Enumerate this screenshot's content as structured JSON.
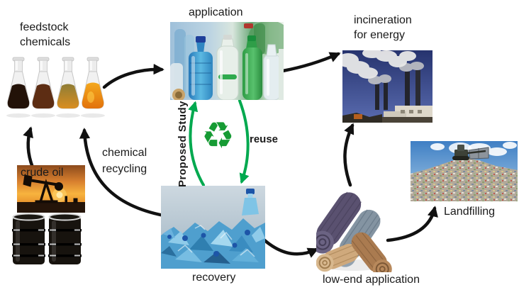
{
  "nodes": {
    "feedstock_chemicals": {
      "line1": "feedstock",
      "line2": "chemicals"
    },
    "application": {
      "label": "application"
    },
    "incineration": {
      "line1": "incineration",
      "line2": "for energy"
    },
    "crude_oil": {
      "label": "crude oil"
    },
    "recovery": {
      "label": "recovery"
    },
    "low_end_application": {
      "label": "low-end application"
    },
    "landfilling": {
      "label": "Landfilling"
    }
  },
  "edges": {
    "chemical_recycling": {
      "line1": "chemical",
      "line2": "recycling"
    },
    "proposed_study": {
      "label": "Proposed Study"
    },
    "reuse": {
      "label": "reuse"
    }
  },
  "icons": {
    "recycle_glyph": "♻",
    "recycle_name": "universal-recycling-symbol"
  },
  "images": {
    "flasks": "four flasks of feedstock chemicals",
    "bottles": "plastic bottles (application)",
    "incineration_plant": "power plant with smoking stacks",
    "pumpjack": "oil pumpjack at sunset",
    "barrels": "two crude oil drums",
    "recovery_pile": "crushed blue plastic bottles",
    "textile_rolls": "rolled low-end textile rugs",
    "landfill": "landfill waste mound with bulldozer"
  },
  "colors": {
    "background": "#FFFFFF",
    "black_arrow": "#111111",
    "green_arrow": "#00A94F",
    "recycle_green": "#169B34"
  }
}
